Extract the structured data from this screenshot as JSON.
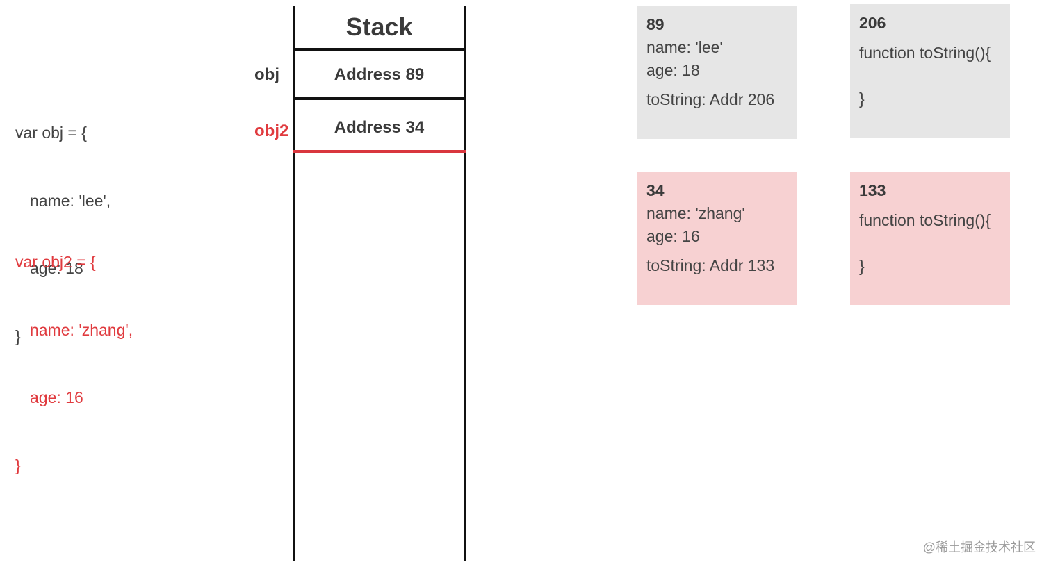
{
  "code": {
    "obj": [
      "var obj = {",
      "name: 'lee',",
      "age: 18",
      "}"
    ],
    "obj2": [
      "var obj2 = {",
      "name: 'zhang',",
      "age: 16",
      "}"
    ]
  },
  "stack": {
    "title": "Stack",
    "cells": [
      {
        "var": "obj",
        "value": "Address 89"
      },
      {
        "var": "obj2",
        "value": "Address 34"
      }
    ]
  },
  "heap": {
    "box_89": {
      "address": "89",
      "name": "name: 'lee'",
      "age": "age: 18",
      "tostring": "toString: Addr 206"
    },
    "box_206": {
      "address": "206",
      "func_open": "function toString(){",
      "func_close": "}"
    },
    "box_34": {
      "address": "34",
      "name": "name: 'zhang'",
      "age": "age: 16",
      "tostring": "toString: Addr 133"
    },
    "box_133": {
      "address": "133",
      "func_open": "function toString(){",
      "func_close": "}"
    }
  },
  "watermark": "@稀土掘金技术社区",
  "colors": {
    "highlight_red": "#e03a3e",
    "gray_box": "#e6e6e6",
    "red_box": "#f7d1d2"
  }
}
